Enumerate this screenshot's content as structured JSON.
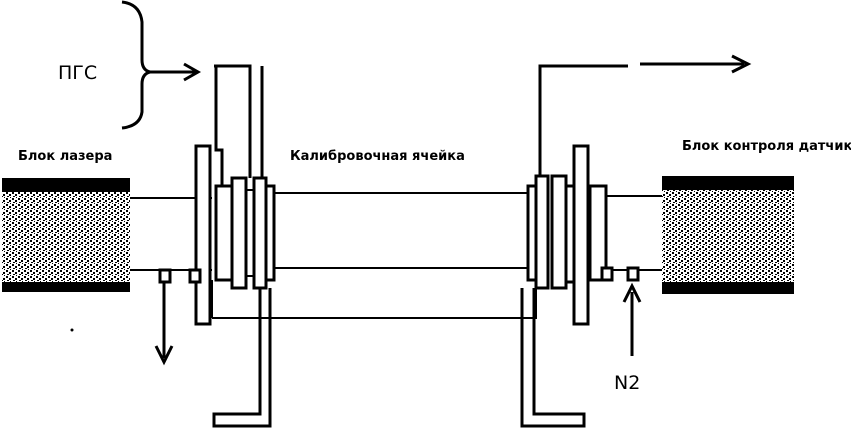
{
  "labels": {
    "pgs": "ПГС",
    "laser_block": "Блок лазера",
    "calibration_cell": "Калибровочная ячейка",
    "sensor_control_block": "Блок контроля датчика",
    "n2": "N2"
  },
  "colors": {
    "line": "#000000",
    "background": "#ffffff",
    "block_texture": "#000000"
  }
}
